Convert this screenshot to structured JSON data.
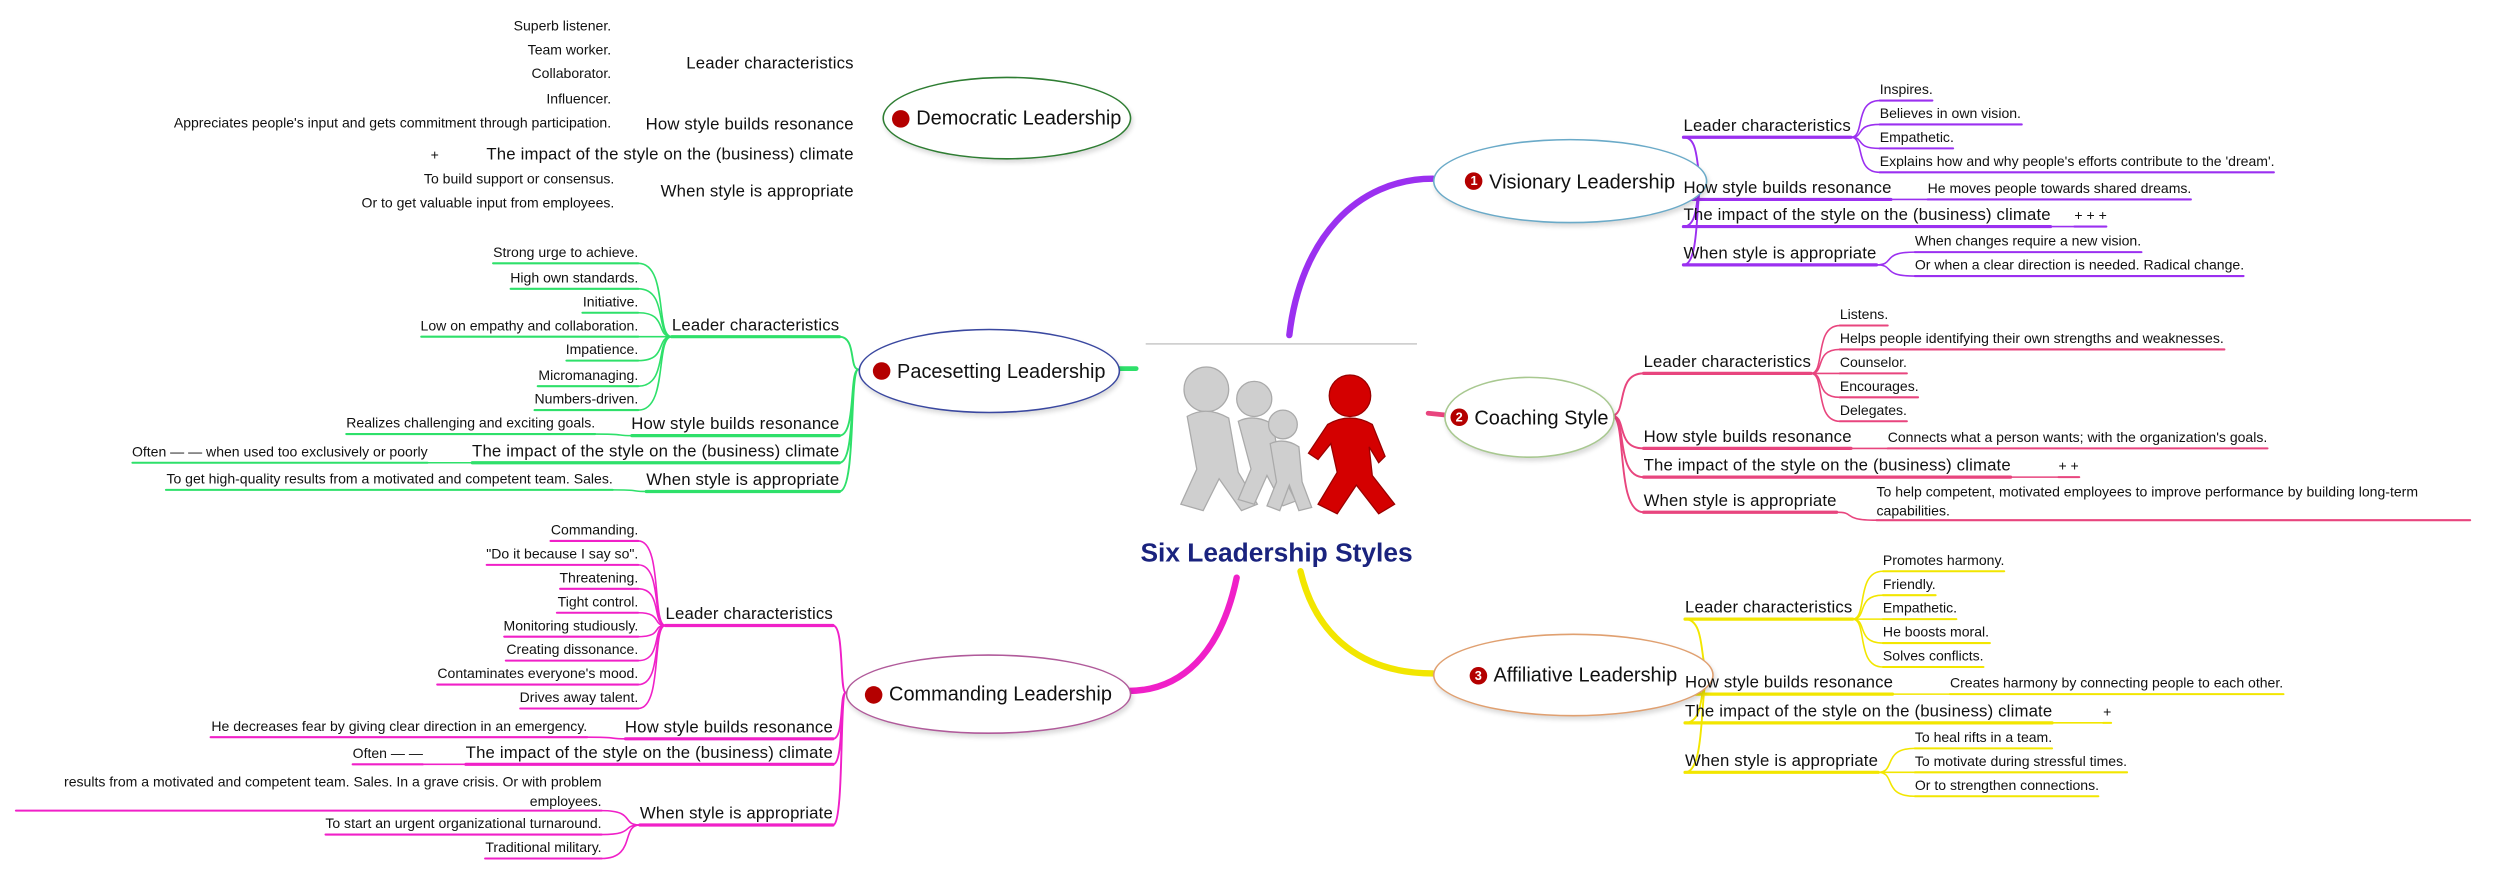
{
  "title": "Six Leadership Styles",
  "topics": [
    "Leader characteristics",
    "How style builds resonance",
    "The impact of the style on the (business) climate",
    "When style is appropriate"
  ],
  "styles": [
    {
      "name": "Visionary Leadership",
      "number": "1",
      "color": "#9b30f0",
      "border": "#6aaac8",
      "leaves": [
        [
          "Inspires.",
          "Believes in own vision.",
          "Empathetic.",
          "Explains how and why people's efforts contribute to the 'dream'."
        ],
        [
          "He moves people towards shared dreams."
        ],
        [
          "+ + +"
        ],
        [
          "When changes require a new vision.",
          "Or when a clear direction is needed. Radical change."
        ]
      ]
    },
    {
      "name": "Coaching Style",
      "number": "2",
      "color": "#e8457e",
      "border": "#a8c890",
      "leaves": [
        [
          "Listens.",
          "Helps people identifying their own strengths and weaknesses.",
          "Counselor.",
          "Encourages.",
          "Delegates."
        ],
        [
          "Connects what a person wants; with the organization's goals."
        ],
        [
          "+ +"
        ],
        [
          "To help competent, motivated employees to improve performance by building long-term capabilities."
        ]
      ]
    },
    {
      "name": "Affiliative Leadership",
      "number": "3",
      "color": "#f2e600",
      "border": "#e0a070",
      "leaves": [
        [
          "Promotes harmony.",
          "Friendly.",
          "Empathetic.",
          "He boosts moral.",
          "Solves conflicts."
        ],
        [
          "Creates harmony by connecting people to each other."
        ],
        [
          "+"
        ],
        [
          "To heal rifts in a team.",
          "To motivate during stressful times.",
          "Or to  strengthen connections."
        ]
      ]
    },
    {
      "name": "Democratic Leadership",
      "number": "",
      "color": "#2e8b3a",
      "border": "#2e7d32",
      "leaves": [
        [
          "Superb listener.",
          "Team worker.",
          "Collaborator.",
          "Influencer."
        ],
        [
          "Appreciates people's input and gets commitment through participation."
        ],
        [
          "+"
        ],
        [
          "To build support or consensus.",
          "Or to get valuable input from employees."
        ]
      ]
    },
    {
      "name": "Pacesetting Leadership",
      "number": "",
      "color": "#2ee06a",
      "border": "#3a48a0",
      "leaves": [
        [
          "Strong urge to achieve.",
          "High own standards.",
          "Initiative.",
          "Low on empathy and collaboration.",
          "Impatience.",
          "Micromanaging.",
          "Numbers-driven."
        ],
        [
          "Realizes challenging and exciting goals."
        ],
        [
          "Often  —  —   when used too exclusively or poorly"
        ],
        [
          "To get high-quality results from a motivated and competent team. Sales."
        ]
      ]
    },
    {
      "name": "Commanding Leadership",
      "number": "",
      "color": "#f020c8",
      "border": "#b05a9a",
      "leaves": [
        [
          "Commanding.",
          "\"Do it because I say so\".",
          "Threatening.",
          "Tight control.",
          "Monitoring studiously.",
          "Creating dissonance.",
          "Contaminates everyone's mood.",
          "Drives away talent."
        ],
        [
          "He decreases fear by giving clear direction in an emergency."
        ],
        [
          "Often  —  —"
        ],
        [
          "results from a motivated and competent team. Sales. In a grave crisis. Or with problem employees.",
          "To start an urgent organizational turnaround.",
          "Traditional military."
        ]
      ]
    }
  ]
}
